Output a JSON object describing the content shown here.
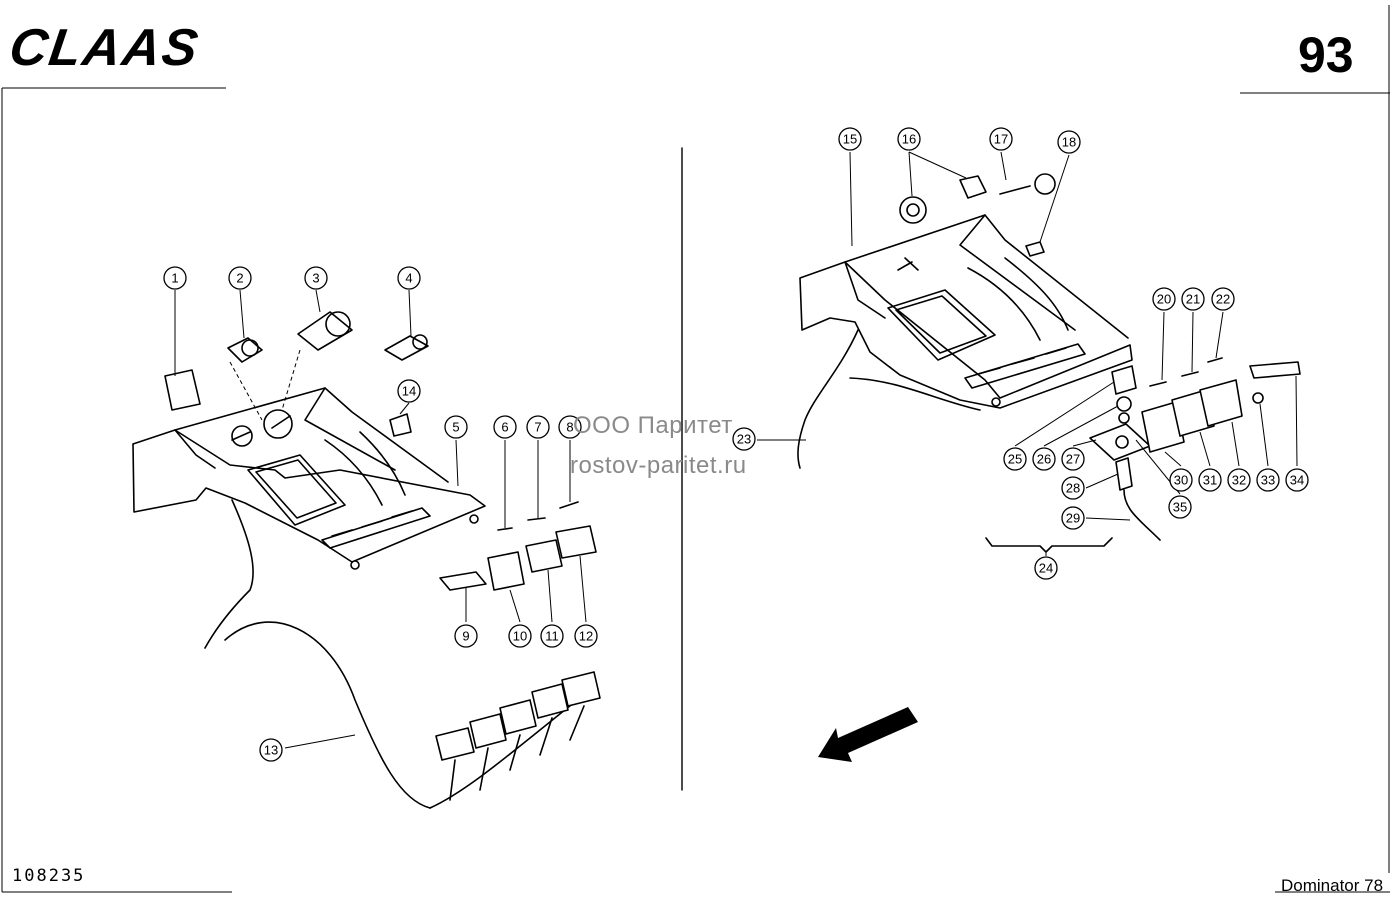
{
  "header": {
    "brand_logo": "CLAAS",
    "page_number": "93"
  },
  "footer": {
    "catalog_number": "108235",
    "model_name": "Dominator 78"
  },
  "watermark": {
    "line1": "ООО Паритет",
    "line2": "rostov-paritet.ru"
  },
  "callouts": {
    "c1": "1",
    "c2": "2",
    "c3": "3",
    "c4": "4",
    "c5": "5",
    "c6": "6",
    "c7": "7",
    "c8": "8",
    "c9": "9",
    "c10": "10",
    "c11": "11",
    "c12": "12",
    "c13": "13",
    "c14": "14",
    "c15": "15",
    "c16": "16",
    "c17": "17",
    "c18": "18",
    "c20": "20",
    "c21": "21",
    "c22": "22",
    "c23": "23",
    "c24": "24",
    "c25": "25",
    "c26": "26",
    "c27": "27",
    "c28": "28",
    "c29": "29",
    "c30": "30",
    "c31": "31",
    "c32": "32",
    "c33": "33",
    "c34": "34",
    "c35": "35"
  }
}
